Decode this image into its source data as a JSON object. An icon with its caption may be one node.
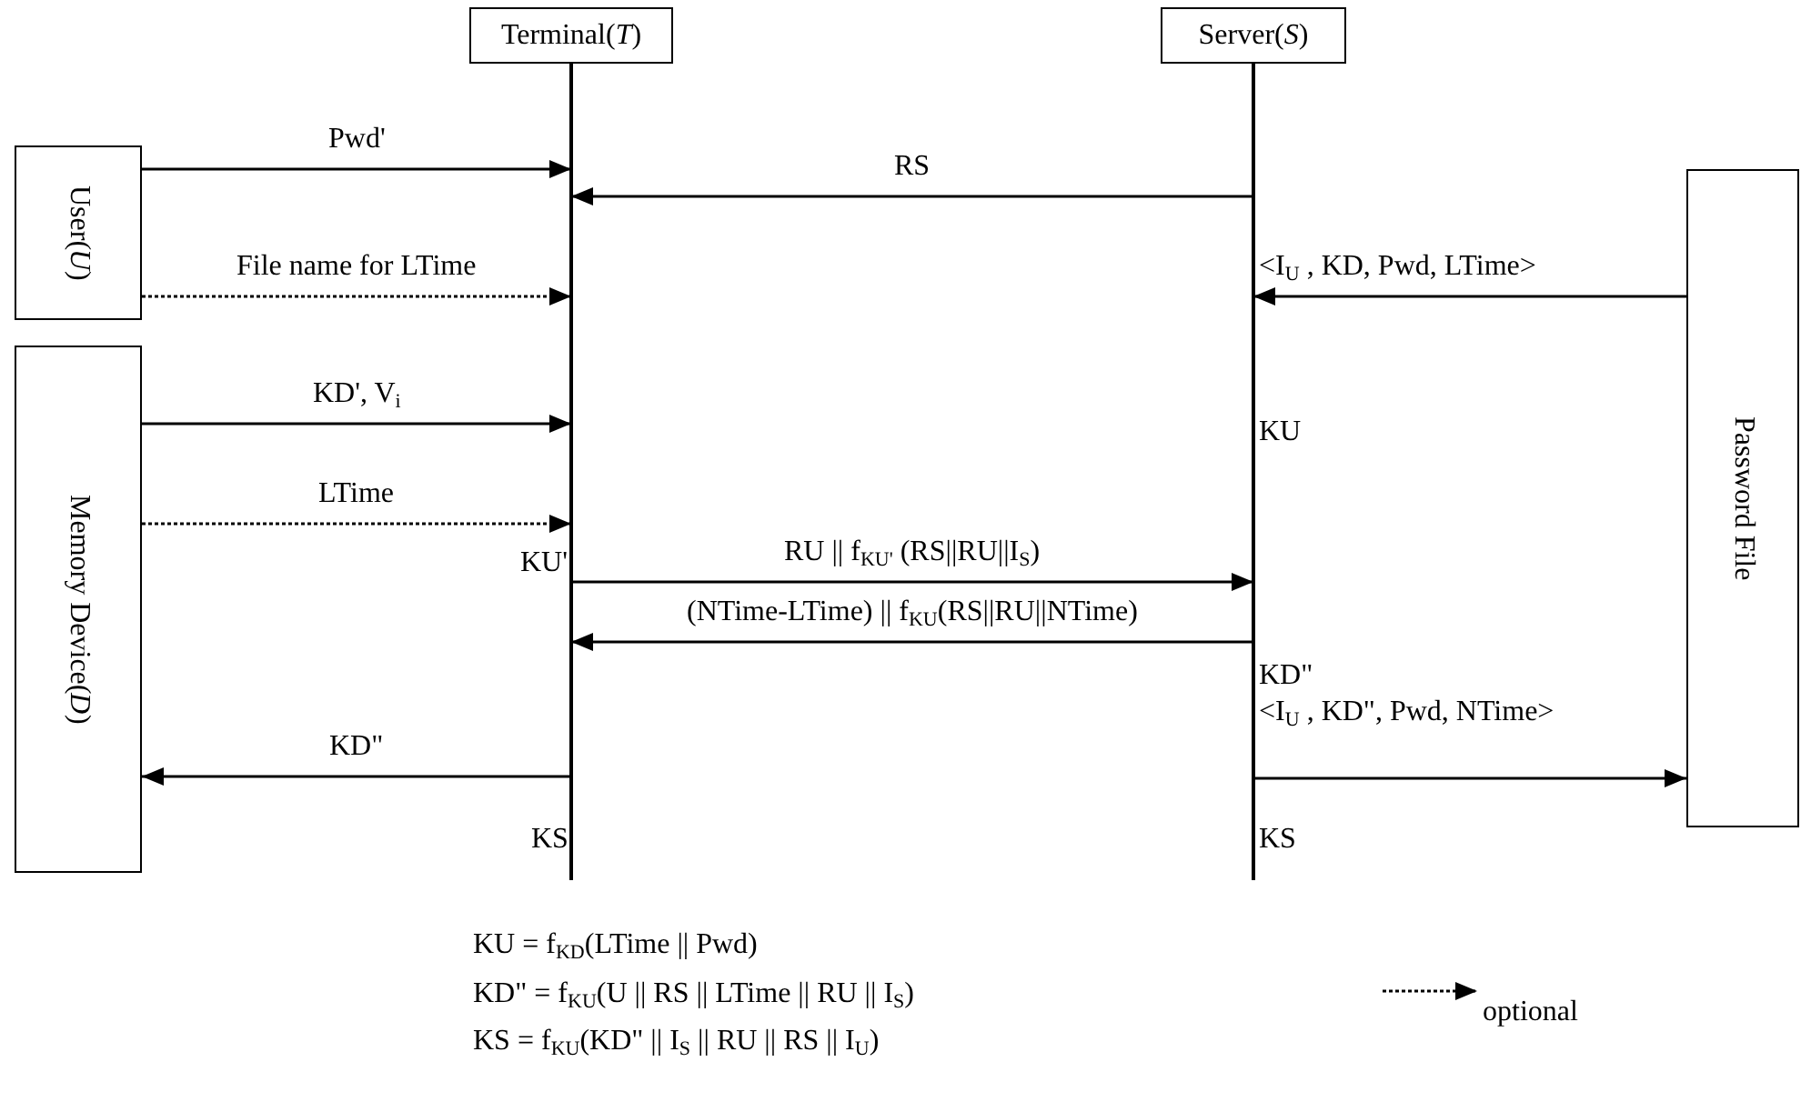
{
  "diagram": {
    "nodes": [
      {
        "text": [
          "Terminal(*T*)"
        ]
      },
      {
        "text": [
          "Server(*S*)"
        ]
      },
      {
        "text": [
          "User(*U*)"
        ]
      },
      {
        "text": [
          "Memory Device(*D*)"
        ]
      },
      {
        "text": [
          "Password File"
        ]
      }
    ],
    "edges": [
      {
        "from": 2,
        "to": 0,
        "arrow": "to",
        "label": "Pwd'"
      },
      {
        "from": 1,
        "to": 0,
        "arrow": "to",
        "label": "RS"
      },
      {
        "from": 2,
        "to": 0,
        "arrow": "to",
        "label": "File name for LTime",
        "style": "dashed"
      },
      {
        "from": 4,
        "to": 1,
        "arrow": "to",
        "label": "<I$_{U}$ , KD, Pwd, LTime>"
      },
      {
        "from": 3,
        "to": 0,
        "arrow": "to",
        "label": "KD', V$_{i}$"
      },
      {
        "from": 3,
        "to": 0,
        "arrow": "to",
        "label": "LTime",
        "style": "dashed"
      },
      {
        "from": 0,
        "to": 1,
        "arrow": "to",
        "label": "RU || f$_{KU'}$ (RS||RU||I$_{S}$)"
      },
      {
        "from": 1,
        "to": 0,
        "arrow": "to",
        "label": "(NTime-LTime) || f$_{KU}$(RS||RU||NTime)"
      },
      {
        "from": 0,
        "to": 3,
        "arrow": "to",
        "label": "KD\""
      },
      {
        "from": 1,
        "to": 4,
        "arrow": "to",
        "label": "<I$_{U}$ , KD\", Pwd, NTime>"
      }
    ],
    "labels": [
      "KU",
      "KU'",
      "KD\"",
      "KS",
      "KS",
      "KU = f$_{KD}$(LTime || Pwd)",
      "KD\" = f$_{KU}$(U || RS || LTime || RU || I$_{S}$)",
      "KS = f$_{KU}$(KD\" || I$_{S}$ || RU || RS || I$_{U}$)"
    ],
    "legend": [
      {
        "text": "optional"
      }
    ]
  }
}
